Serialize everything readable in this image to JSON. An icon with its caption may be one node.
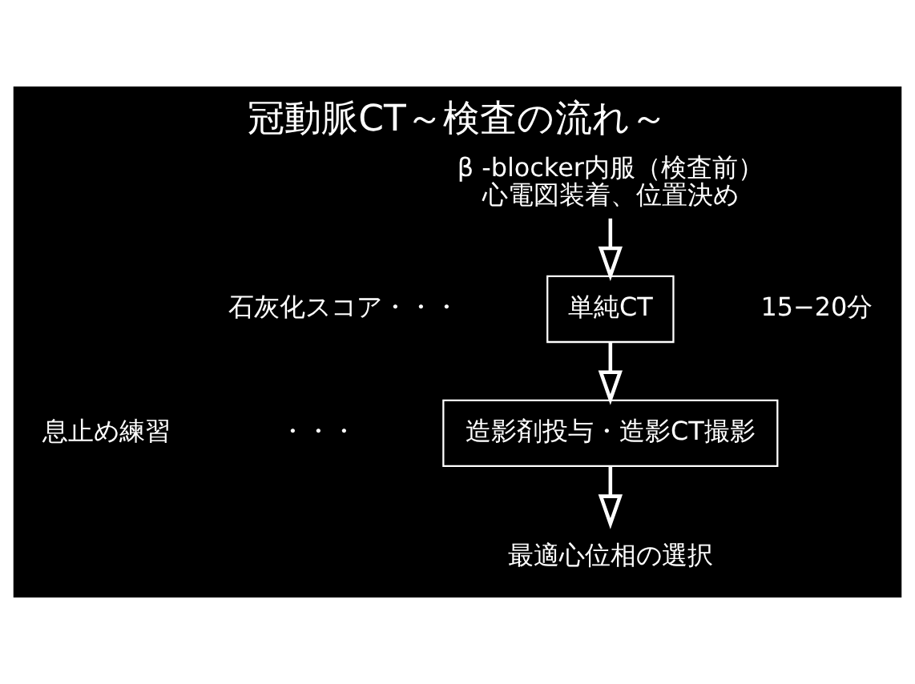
{
  "diagram": {
    "title": "冠動脈CT～検査の流れ～",
    "nodes": [
      {
        "text": [
          "β -blocker内服（検査前）",
          "心電図装着、位置決め"
        ]
      },
      {
        "text": [
          "単純CT"
        ],
        "beside": [
          "石灰化スコア・・・"
        ]
      },
      {
        "text": [
          "造影剤投与・造影CT撮影"
        ]
      },
      {
        "text": [
          "最適心位相の選択"
        ]
      }
    ],
    "edges": [
      {
        "from": 0,
        "to": 1,
        "arrow": "to"
      },
      {
        "from": 1,
        "to": 2,
        "arrow": "to"
      },
      {
        "from": 2,
        "to": 3,
        "arrow": "to"
      }
    ],
    "labels": [
      "息止め練習",
      "・・・",
      "15−20分"
    ]
  }
}
